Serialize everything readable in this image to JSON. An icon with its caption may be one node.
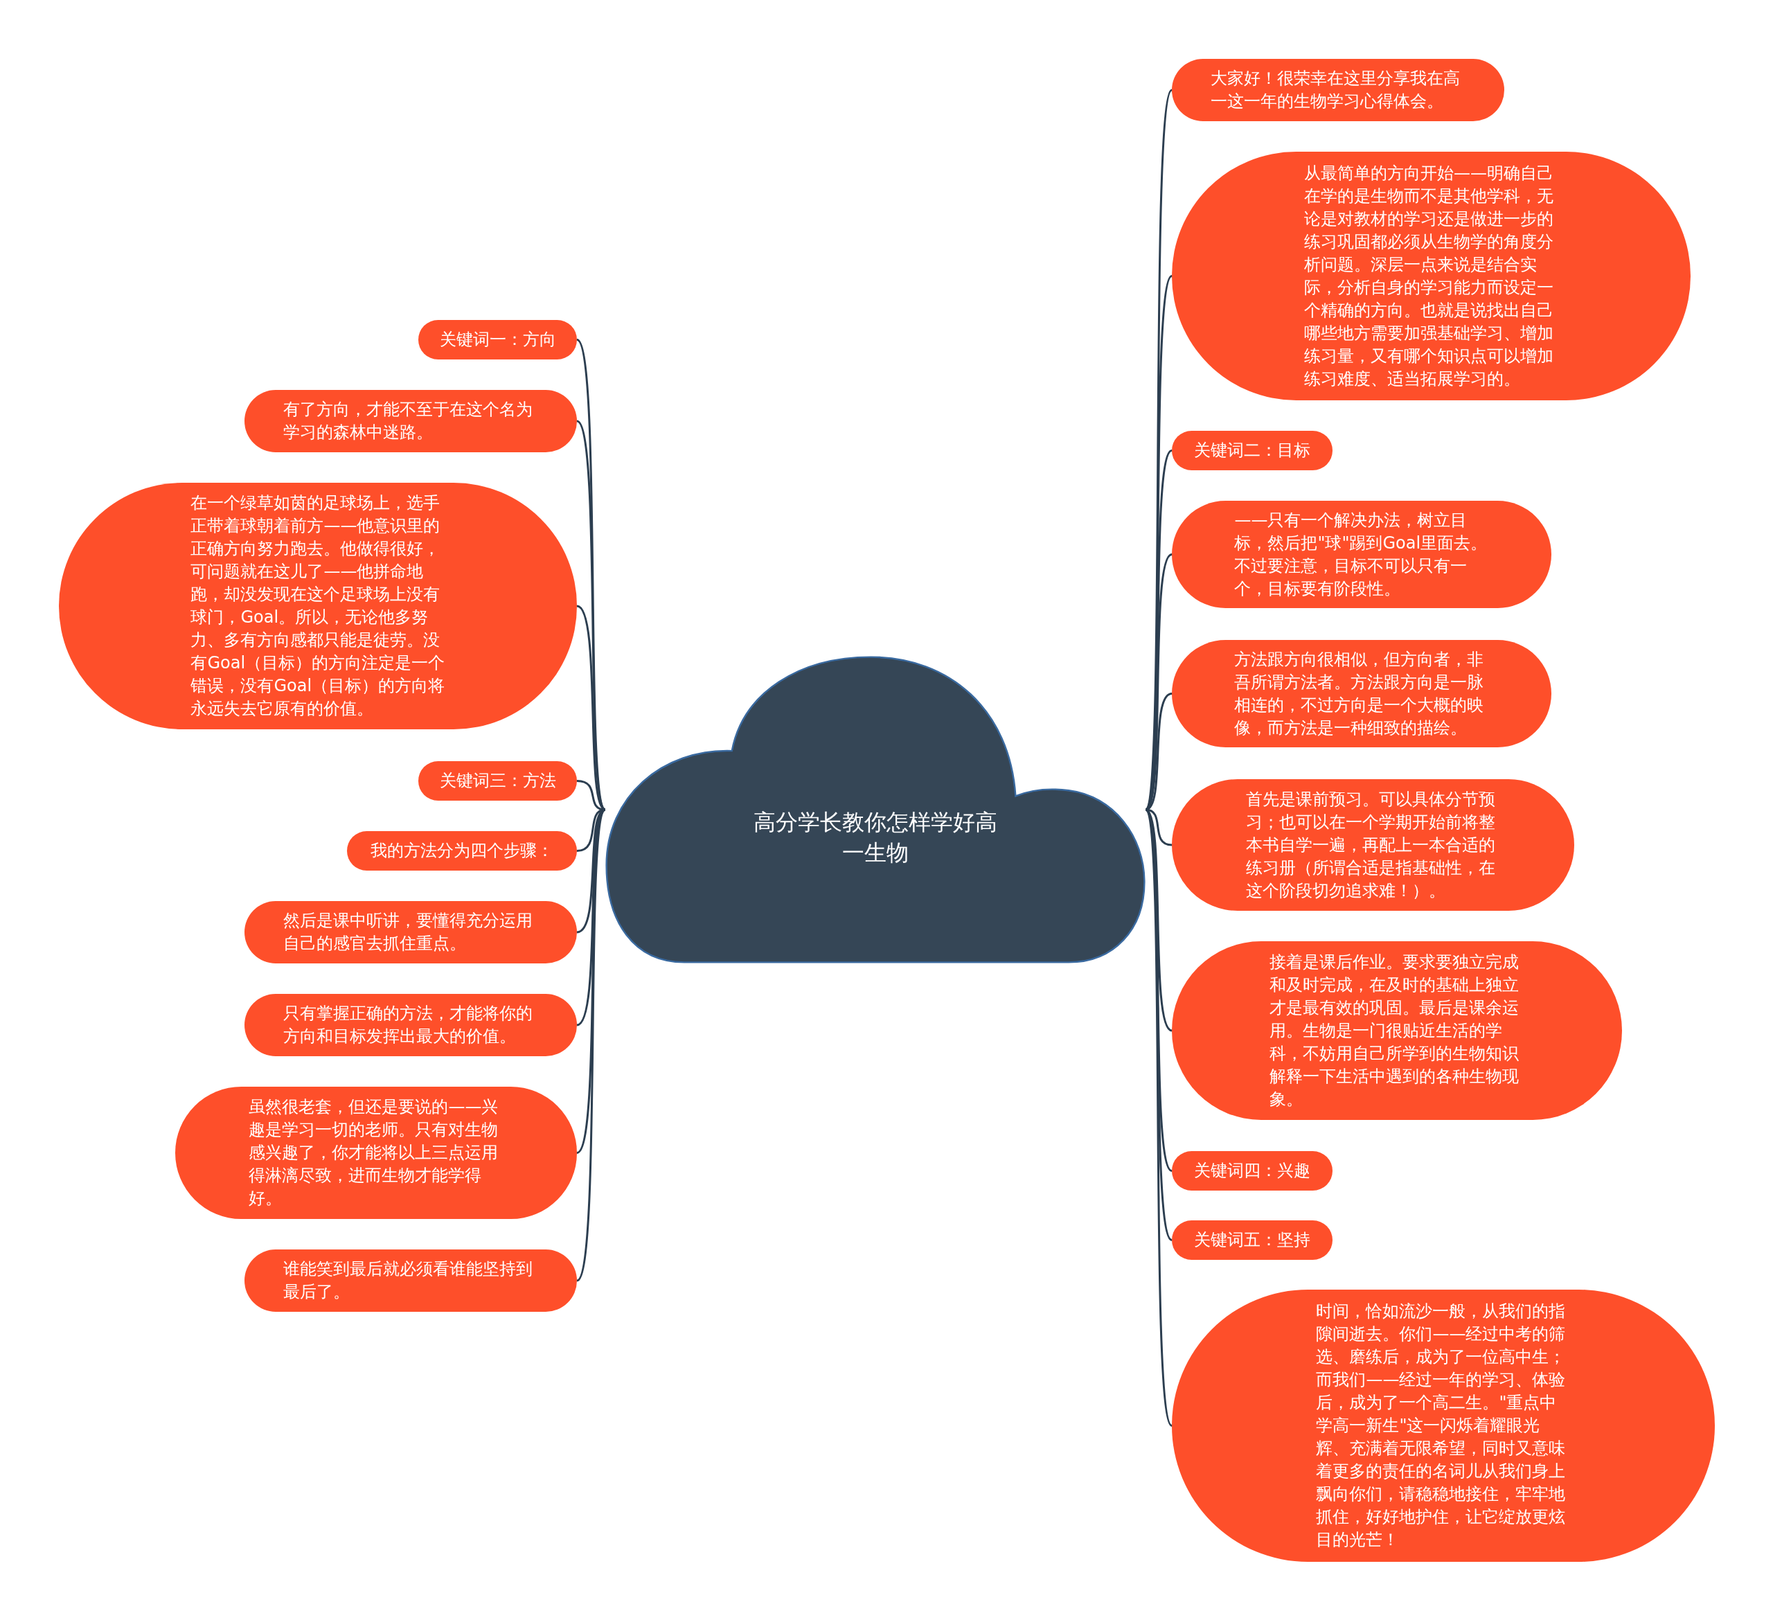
{
  "diagram": {
    "nodes": [
      {
        "text": [
          "高分学长教你怎样学好高一生物"
        ]
      },
      {
        "text": [
          "大家好！很荣幸在这里分享我在高一这一年的生物学习心得体会。"
        ]
      },
      {
        "text": [
          "从最简单的方向开始——明确自己在学的是生物而不是其他学科，无论是对教材的学习还是做进一步的练习巩固都必须从生物学的角度分析问题。深层一点来说是结合实际，分析自身的学习能力而设定一个精确的方向。也就是说找出自己哪些地方需要加强基础学习、增加练习量，又有哪个知识点可以增加练习难度、适当拓展学习的。"
        ]
      },
      {
        "text": [
          "关键词二：目标"
        ]
      },
      {
        "text": [
          "——只有一个解决办法，树立目标，然后把\"球\"踢到Goal里面去。不过要注意，目标不可以只有一个，目标要有阶段性。"
        ]
      },
      {
        "text": [
          "方法跟方向很相似，但方向者，非吾所谓方法者。方法跟方向是一脉相连的，不过方向是一个大概的映像，而方法是一种细致的描绘。"
        ]
      },
      {
        "text": [
          "首先是课前预习。可以具体分节预习；也可以在一个学期开始前将整本书自学一遍，再配上一本合适的练习册（所谓合适是指基础性，在这个阶段切勿追求难！）。"
        ]
      },
      {
        "text": [
          "接着是课后作业。要求要独立完成和及时完成，在及时的基础上独立才是最有效的巩固。最后是课余运用。生物是一门很贴近生活的学科，不妨用自己所学到的生物知识解释一下生活中遇到的各种生物现象。"
        ]
      },
      {
        "text": [
          "关键词四：兴趣"
        ]
      },
      {
        "text": [
          "关键词五：坚持"
        ]
      },
      {
        "text": [
          "时间，恰如流沙一般，从我们的指隙间逝去。你们——经过中考的筛选、磨练后，成为了一位高中生；而我们——经过一年的学习、体验后，成为了一个高二生。\"重点中学高一新生\"这一闪烁着耀眼光辉、充满着无限希望，同时又意味着更多的责任的名词儿从我们身上飘向你们，请稳稳地接住，牢牢地抓住，好好地护住，让它绽放更炫目的光芒！"
        ]
      },
      {
        "text": [
          "关键词一：方向"
        ]
      },
      {
        "text": [
          "有了方向，才能不至于在这个名为学习的森林中迷路。"
        ]
      },
      {
        "text": [
          "在一个绿草如茵的足球场上，选手正带着球朝着前方——他意识里的正确方向努力跑去。他做得很好，可问题就在这儿了——他拼命地跑，却没发现在这个足球场上没有球门，Goal。所以，无论他多努力、多有方向感都只能是徒劳。没有Goal（目标）的方向注定是一个错误，没有Goal（目标）的方向将永远失去它原有的价值。"
        ]
      },
      {
        "text": [
          "关键词三：方法"
        ]
      },
      {
        "text": [
          "我的方法分为四个步骤："
        ]
      },
      {
        "text": [
          "然后是课中听讲，要懂得充分运用自己的感官去抓住重点。"
        ]
      },
      {
        "text": [
          "只有掌握正确的方法，才能将你的方向和目标发挥出最大的价值。"
        ]
      },
      {
        "text": [
          "虽然很老套，但还是要说的——兴趣是学习一切的老师。只有对生物感兴趣了，你才能将以上三点运用得淋漓尽致，进而生物才能学得好。"
        ]
      },
      {
        "text": [
          "谁能笑到最后就必须看谁能坚持到最后了。"
        ]
      }
    ],
    "edges": [
      {
        "from": 0,
        "to": 1,
        "arrow": "none"
      },
      {
        "from": 0,
        "to": 2,
        "arrow": "none"
      },
      {
        "from": 0,
        "to": 3,
        "arrow": "none"
      },
      {
        "from": 0,
        "to": 4,
        "arrow": "none"
      },
      {
        "from": 0,
        "to": 5,
        "arrow": "none"
      },
      {
        "from": 0,
        "to": 6,
        "arrow": "none"
      },
      {
        "from": 0,
        "to": 7,
        "arrow": "none"
      },
      {
        "from": 0,
        "to": 8,
        "arrow": "none"
      },
      {
        "from": 0,
        "to": 9,
        "arrow": "none"
      },
      {
        "from": 0,
        "to": 10,
        "arrow": "none"
      },
      {
        "from": 0,
        "to": 11,
        "arrow": "none"
      },
      {
        "from": 0,
        "to": 12,
        "arrow": "none"
      },
      {
        "from": 0,
        "to": 13,
        "arrow": "none"
      },
      {
        "from": 0,
        "to": 14,
        "arrow": "none"
      },
      {
        "from": 0,
        "to": 15,
        "arrow": "none"
      },
      {
        "from": 0,
        "to": 16,
        "arrow": "none"
      },
      {
        "from": 0,
        "to": 17,
        "arrow": "none"
      },
      {
        "from": 0,
        "to": 18,
        "arrow": "none"
      },
      {
        "from": 0,
        "to": 19,
        "arrow": "none"
      }
    ]
  }
}
